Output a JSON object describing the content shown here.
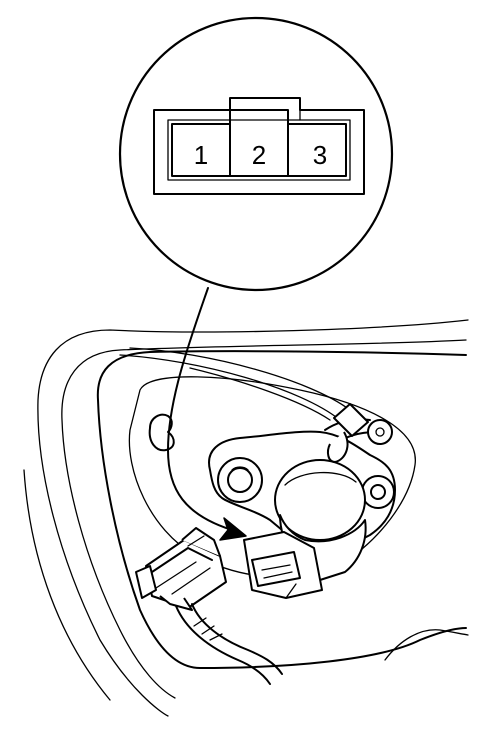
{
  "connector": {
    "pins": [
      {
        "label": "1"
      },
      {
        "label": "2"
      },
      {
        "label": "3"
      }
    ]
  }
}
